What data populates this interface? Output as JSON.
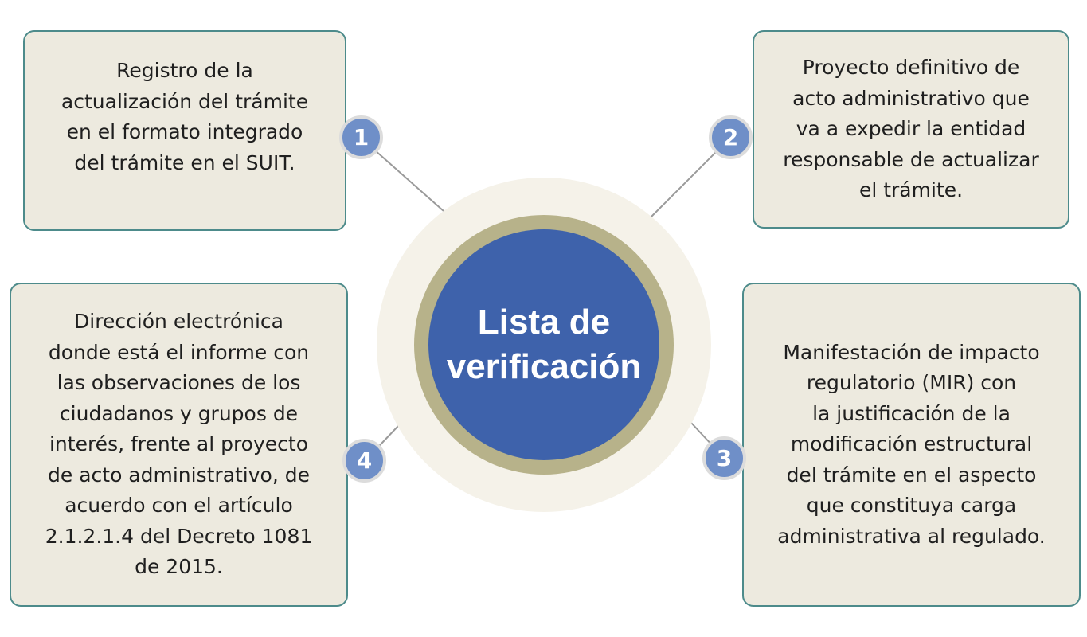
{
  "center": {
    "line1": "Lista de",
    "line2": "verificación"
  },
  "items": [
    {
      "number": "1",
      "lines": [
        "Registro de la",
        "actualización del trámite",
        "en el formato integrado",
        "del trámite en el SUIT."
      ]
    },
    {
      "number": "2",
      "lines": [
        "Proyecto definitivo de",
        "acto administrativo que",
        "va a expedir la entidad",
        "responsable de actualizar",
        "el trámite."
      ]
    },
    {
      "number": "3",
      "lines": [
        "Manifestación de impacto",
        "regulatorio (MIR) con",
        "la justificación de la",
        "modificación estructural",
        "del trámite en el aspecto",
        "que constituya carga",
        "administrativa al regulado."
      ]
    },
    {
      "number": "4",
      "lines": [
        "Dirección electrónica",
        "donde está el informe con",
        "las observaciones de los",
        "ciudadanos y grupos de",
        "interés, frente al proyecto",
        "de acto administrativo, de",
        "acuerdo con el artículo",
        "2.1.2.1.4 del Decreto 1081",
        "de 2015."
      ]
    }
  ],
  "colors": {
    "box_fill": "#edeadf",
    "box_border": "#4d8b8b",
    "badge_fill": "#6f8fc8",
    "center_fill": "#3e62ab",
    "center_ring": "#b7b28a",
    "halo": "#f5f2e9"
  }
}
